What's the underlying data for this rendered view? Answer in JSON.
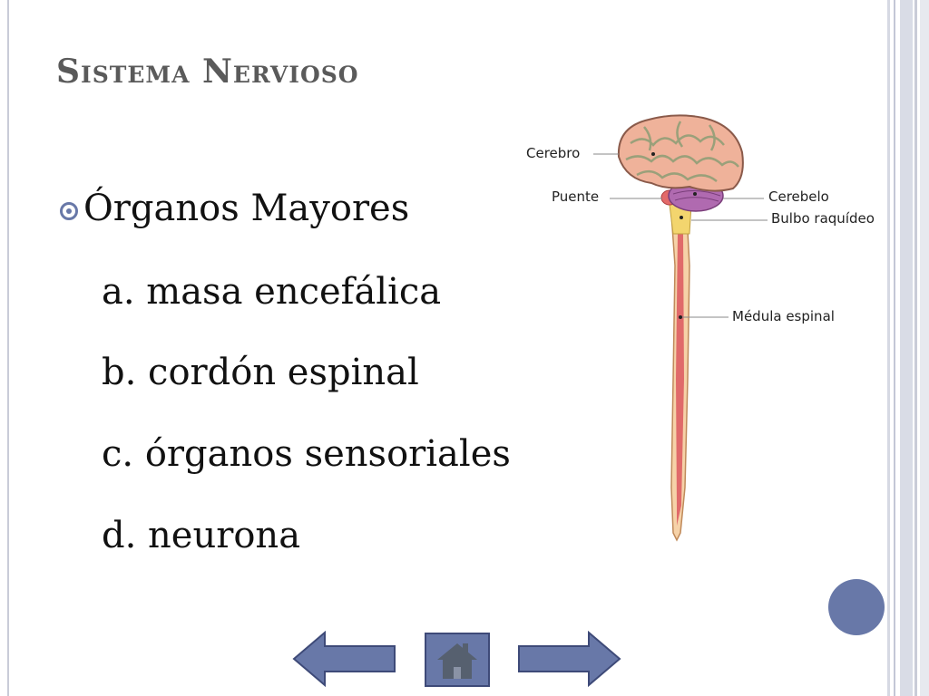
{
  "slide": {
    "title": "Sistema Nervioso",
    "heading": "Órganos Mayores",
    "items": [
      "a. masa encefálica",
      "b. cordón espinal",
      "c. órganos sensoriales",
      "d. neurona"
    ]
  },
  "diagram": {
    "labels": {
      "cerebro": "Cerebro",
      "puente": "Puente",
      "cerebelo": "Cerebelo",
      "bulbo": "Bulbo raquídeo",
      "medula": "Médula espinal"
    }
  },
  "navigation": {
    "prev_icon": "arrow-left-icon",
    "home_icon": "home-icon",
    "next_icon": "arrow-right-icon"
  },
  "colors": {
    "accent": "#6878a8",
    "title": "#5a5a5a",
    "frame": "#c9ccd8"
  }
}
